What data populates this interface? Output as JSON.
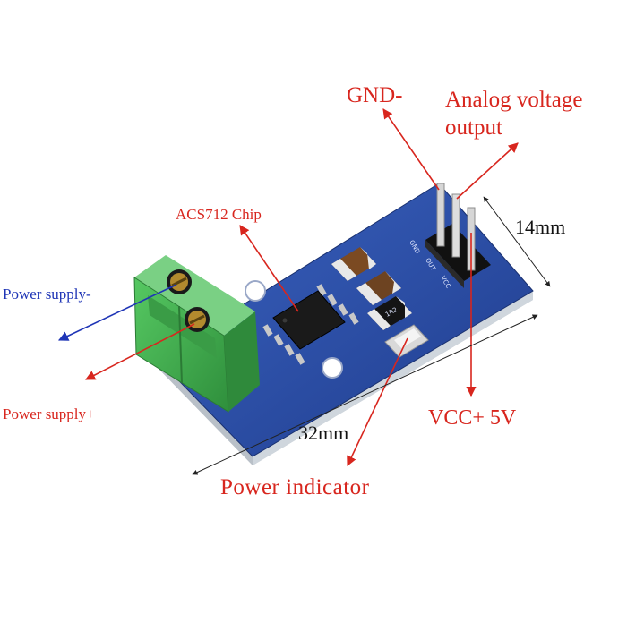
{
  "labels": {
    "gnd": "GND-",
    "analog_line1": "Analog voltage",
    "analog_line2": "output",
    "chip": "ACS712 Chip",
    "power_supply_minus": "Power supply-",
    "power_supply_plus": "Power supply+",
    "vcc": "VCC+ 5V",
    "power_indicator": "Power indicator"
  },
  "dimensions": {
    "width": "14mm",
    "length": "32mm"
  },
  "silkscreen": {
    "gnd": "GND",
    "out": "OUT",
    "vcc": "VCC",
    "resistor_code": "1R2"
  },
  "colors": {
    "annotation_red": "#d8261e",
    "annotation_blue": "#1f35b6",
    "pcb_blue": "#2c4fa6",
    "terminal_green": "#3fae4c"
  }
}
